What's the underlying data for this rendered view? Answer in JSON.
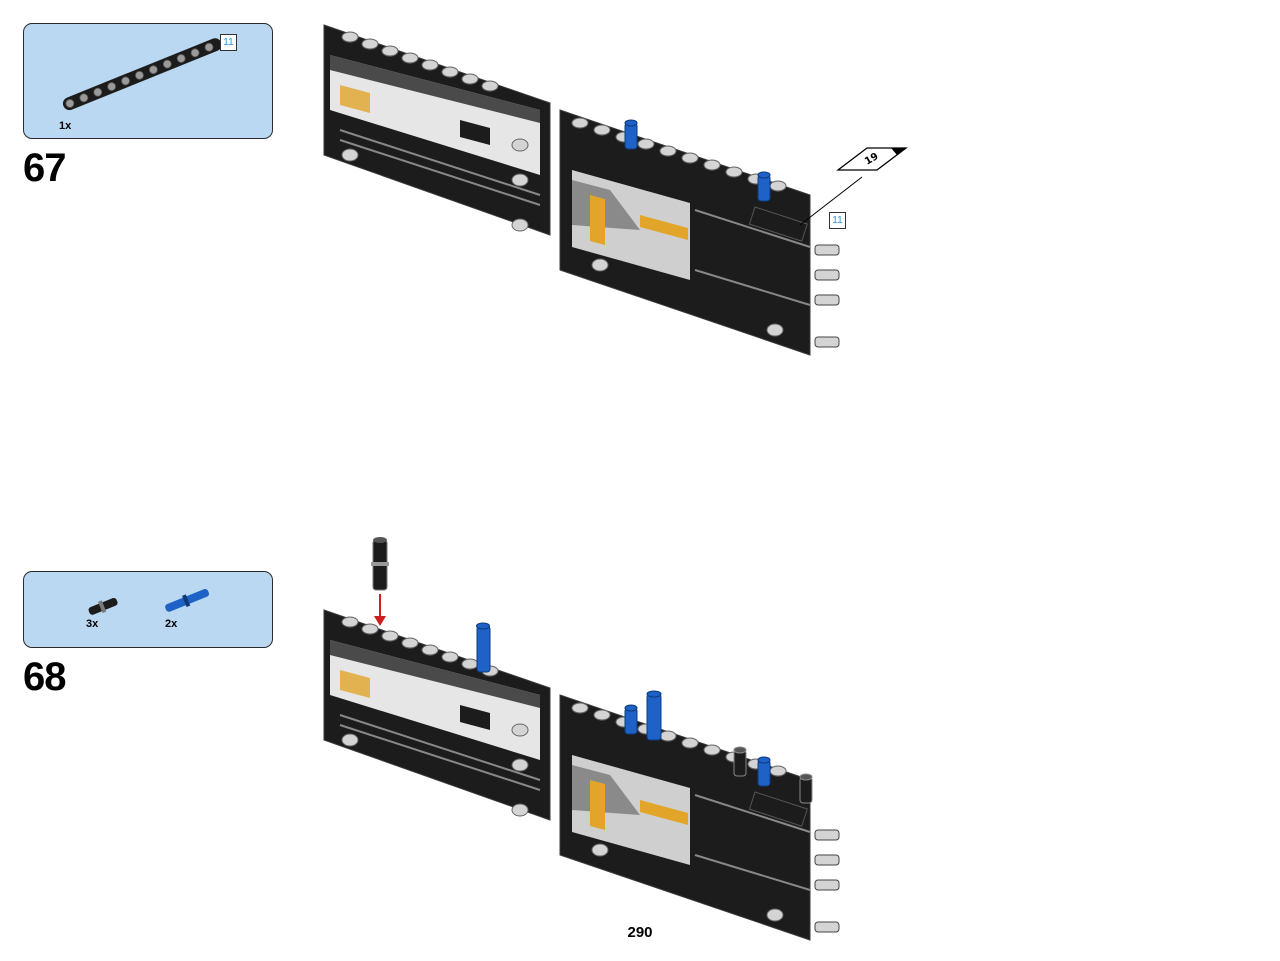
{
  "page_number": "290",
  "steps": [
    {
      "number": "67",
      "parts": [
        {
          "name": "technic-beam-11",
          "quantity": "1x",
          "length_callout": "11",
          "color": "#1b1b1b"
        }
      ],
      "model_callouts": {
        "length_label": "11",
        "sticker_label": "19"
      }
    },
    {
      "number": "68",
      "parts": [
        {
          "name": "friction-pin-black",
          "quantity": "3x",
          "color": "#1b1b1b"
        },
        {
          "name": "long-pin-blue",
          "quantity": "2x",
          "color": "#1e62c8"
        }
      ]
    }
  ],
  "colors": {
    "parts_box_fill": "#bad8f2",
    "beam_black": "#1c1c1c",
    "stud_grey": "#cfcfcf",
    "pin_blue": "#1e62c8",
    "accent_yellow": "#e2a52a",
    "arrow_red": "#d01d1d",
    "callout_blue": "#1e9bd7"
  }
}
